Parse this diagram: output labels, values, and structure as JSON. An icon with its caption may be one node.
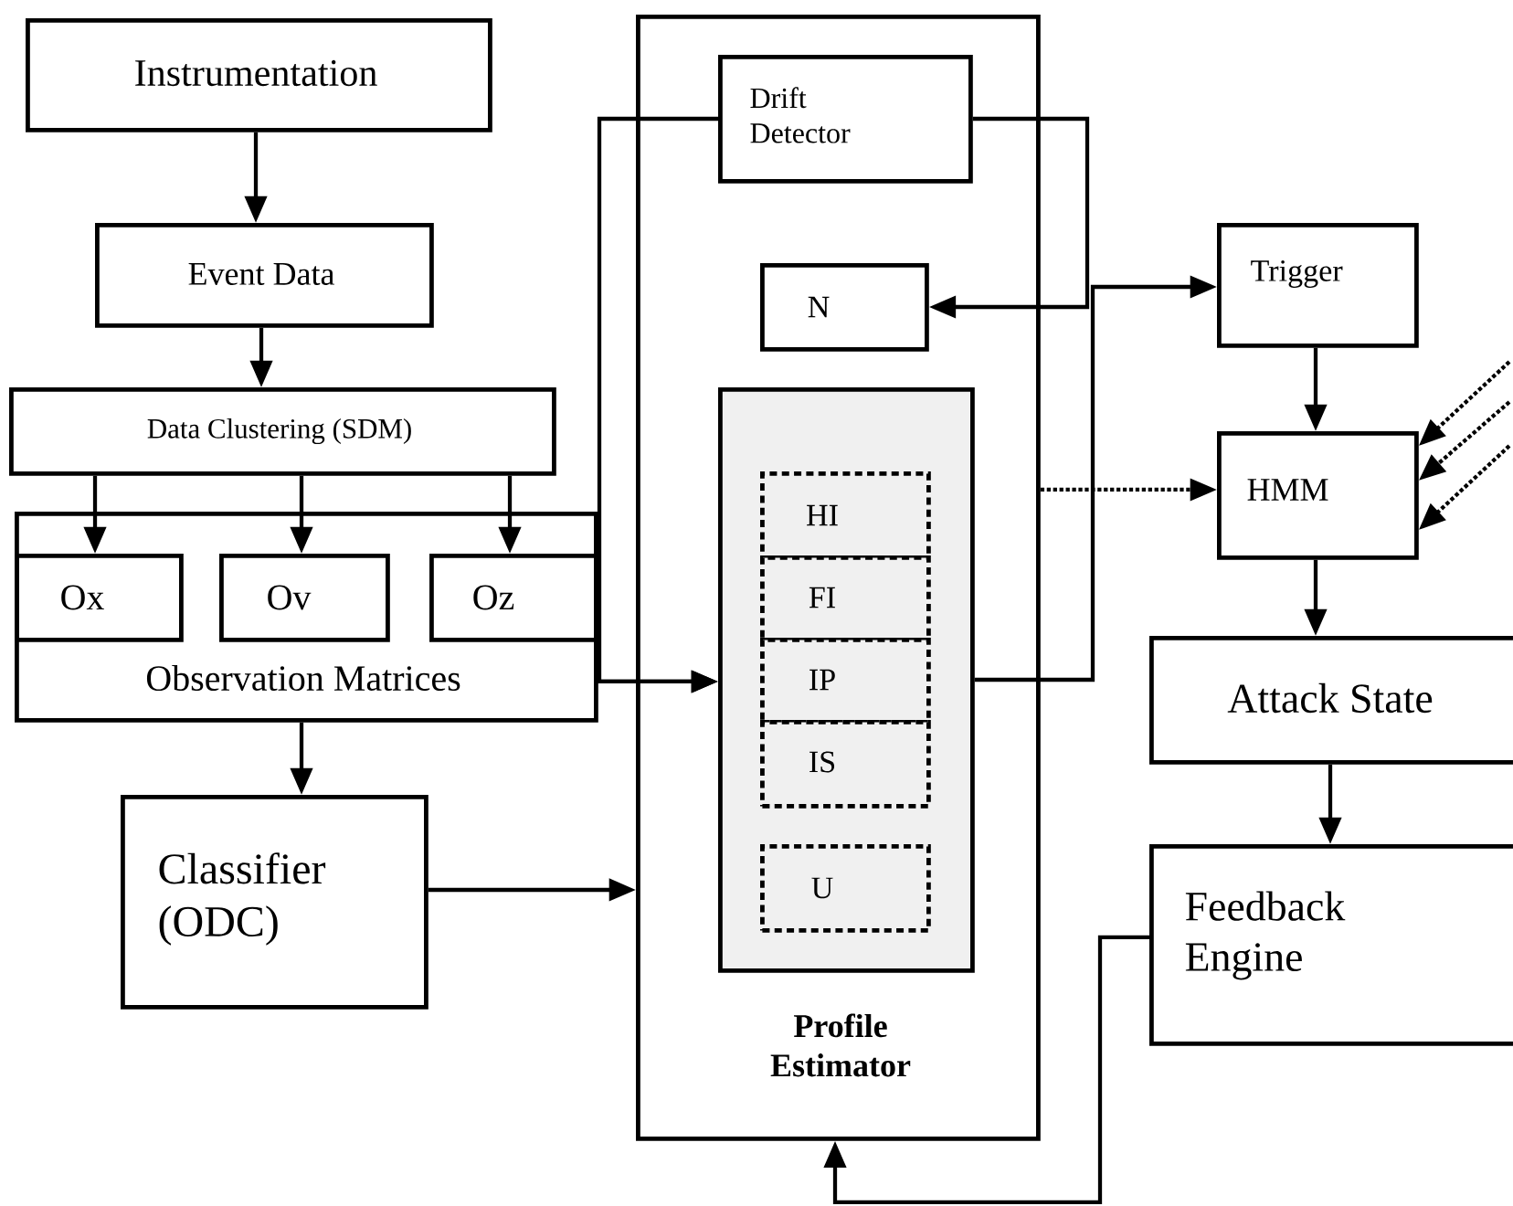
{
  "diagram": {
    "nodes": [
      {
        "text": [
          "Instrumentation"
        ]
      },
      {
        "text": [
          "Event Data"
        ]
      },
      {
        "text": [
          "Data Clustering (SDM)"
        ]
      },
      {
        "text": [
          "Observation Matrices"
        ]
      },
      {
        "text": [
          "Ox"
        ],
        "in": 3
      },
      {
        "text": [
          "Ov"
        ],
        "in": 3
      },
      {
        "text": [
          "Oz"
        ],
        "in": 3
      },
      {
        "text": [
          "Classifier (ODC)"
        ]
      },
      {
        "text": [],
        "shape": "box"
      },
      {
        "text": [
          "Drift Detector"
        ],
        "in": 8
      },
      {
        "text": [
          "N"
        ],
        "in": 8
      },
      {
        "text": [
          "Profile Estimator"
        ],
        "in": 8
      },
      {
        "text": [
          "HI"
        ],
        "in": 11
      },
      {
        "text": [
          "FI"
        ],
        "in": 11
      },
      {
        "text": [
          "IP"
        ],
        "in": 11
      },
      {
        "text": [
          "IS"
        ],
        "in": 11
      },
      {
        "text": [
          "U"
        ],
        "in": 11
      },
      {
        "text": [
          "Trigger"
        ]
      },
      {
        "text": [
          "HMM"
        ]
      },
      {
        "text": [
          "Attack State"
        ]
      },
      {
        "text": [
          "Feedback Engine"
        ]
      }
    ],
    "edges": [
      {
        "from": 0,
        "to": 1,
        "arrow": "to"
      },
      {
        "from": 1,
        "to": 2,
        "arrow": "to"
      },
      {
        "from": 2,
        "to": 4,
        "arrow": "to"
      },
      {
        "from": 2,
        "to": 5,
        "arrow": "to"
      },
      {
        "from": 2,
        "to": 6,
        "arrow": "to"
      },
      {
        "from": 3,
        "to": 7,
        "arrow": "to"
      },
      {
        "from": 3,
        "to": 11,
        "arrow": "to"
      },
      {
        "from": 9,
        "to": 11,
        "arrow": "to"
      },
      {
        "from": 7,
        "to": 8,
        "arrow": "to"
      },
      {
        "from": 9,
        "to": 10,
        "arrow": "to"
      },
      {
        "from": 11,
        "to": 17,
        "arrow": "to"
      },
      {
        "from": 8,
        "to": 18,
        "arrow": "to",
        "style": "dashed"
      },
      {
        "from": null,
        "to": 18,
        "arrow": "to",
        "style": "dashed"
      },
      {
        "from": null,
        "to": 18,
        "arrow": "to",
        "style": "dashed"
      },
      {
        "from": null,
        "to": 18,
        "arrow": "to",
        "style": "dashed"
      },
      {
        "from": 17,
        "to": 18,
        "arrow": "to"
      },
      {
        "from": 18,
        "to": 19,
        "arrow": "to"
      },
      {
        "from": 19,
        "to": 20,
        "arrow": "to"
      },
      {
        "from": 20,
        "to": 8,
        "arrow": "to"
      }
    ]
  }
}
